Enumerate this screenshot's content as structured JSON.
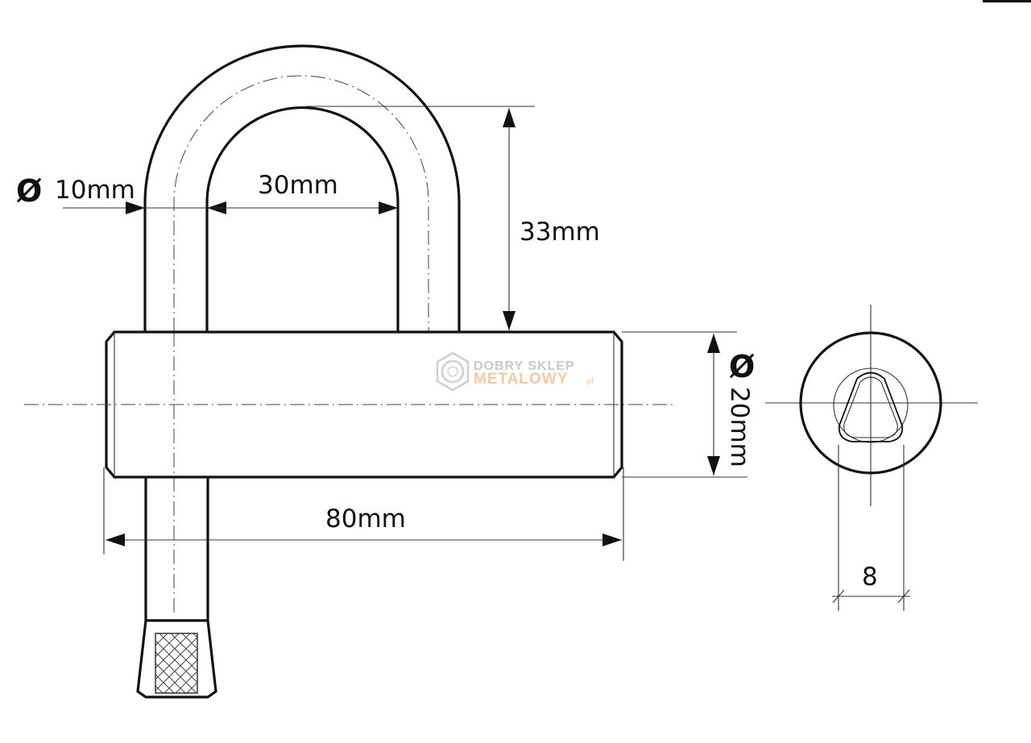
{
  "dimensions": {
    "shackle_diameter": "10mm",
    "shackle_inner_width": "30mm",
    "shackle_clearance": "33mm",
    "body_length": "80mm",
    "body_diameter": "20mm",
    "key_size": "8"
  },
  "symbols": {
    "diameter": "Ø"
  },
  "watermark": {
    "line1": "DOBRY SKLEP",
    "line2": "METALOWY",
    "suffix": ".pl"
  },
  "colors": {
    "line": "#111111",
    "watermark_grey": "#c9c9c9",
    "watermark_orange": "#f5c9a4"
  }
}
